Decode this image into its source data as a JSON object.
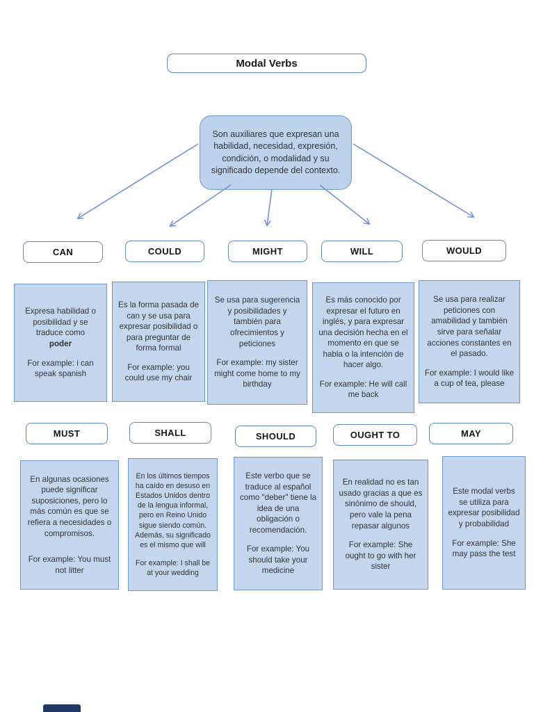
{
  "title": "Modal Verbs",
  "intro": "Son auxiliares que expresan una habilidad, necesidad, expresión, condición, o modalidad y su significado depende del contexto.",
  "colors": {
    "box_fill": "#c3d6ee",
    "intro_fill": "#bdd3ec",
    "box_border": "#6d97ca",
    "header_border": "#5b87c5",
    "arrow": "#7091d6",
    "text": "#333333"
  },
  "arrows": {
    "count": 5,
    "direction": "from intro box down to each verb in row 1"
  },
  "row1": [
    {
      "label": "CAN",
      "body": "Expresa habilidad o posibilidad y se traduce como",
      "emphasis": "poder",
      "example": "For example: i can speak spanish"
    },
    {
      "label": "COULD",
      "body": "Es la forma pasada de can y se usa para expresar posibilidad o para preguntar de forma formal",
      "example": "For example: you could use my chair"
    },
    {
      "label": "MIGHT",
      "body": "Se usa para sugerencia y posibilidades y también para ofrecimientos y peticiones",
      "example": "For example: my sister might come home to my birthday"
    },
    {
      "label": "WILL",
      "body": "Es más conocido por expresar el futuro en inglés, y para expresar una decisión hecha en el momento en que se habla o la intención de hacer algo.",
      "example": "For example: He will call me back"
    },
    {
      "label": "WOULD",
      "body": "Se usa para realizar peticiones con amabilidad y también sirve para señalar acciones constantes en el pasado.",
      "example": "For example: I would like a cup of tea, please"
    }
  ],
  "row2": [
    {
      "label": "MUST",
      "body": "En algunas ocasiones puede significar suposiciones, pero lo más común es que se refiera a necesidades o compromisos.",
      "example": "For example: You must not litter"
    },
    {
      "label": "SHALL",
      "body": "En los últimos tiempos ha caído en desuso en Estados Unidos dentro de la lengua informal, pero en Reino Unido sigue siendo común. Además, su significado es el mismo que will",
      "example": "For example: I shall be at your wedding"
    },
    {
      "label": "SHOULD",
      "body": "Este verbo que se traduce al español como \"deber\" tiene la idea de una obligación o recomendación.",
      "example": "For example: You should take your medicine"
    },
    {
      "label": "OUGHT TO",
      "body": "En realidad no es tan usado gracias a que es sinónimo de should, pero vale la pena repasar algunos",
      "example": "For example: She ought to go with her sister"
    },
    {
      "label": "MAY",
      "body": "Este modal verbs se utiliza para expresar posibilidad y probabilidad",
      "example": "For example: She may pass the test"
    }
  ]
}
